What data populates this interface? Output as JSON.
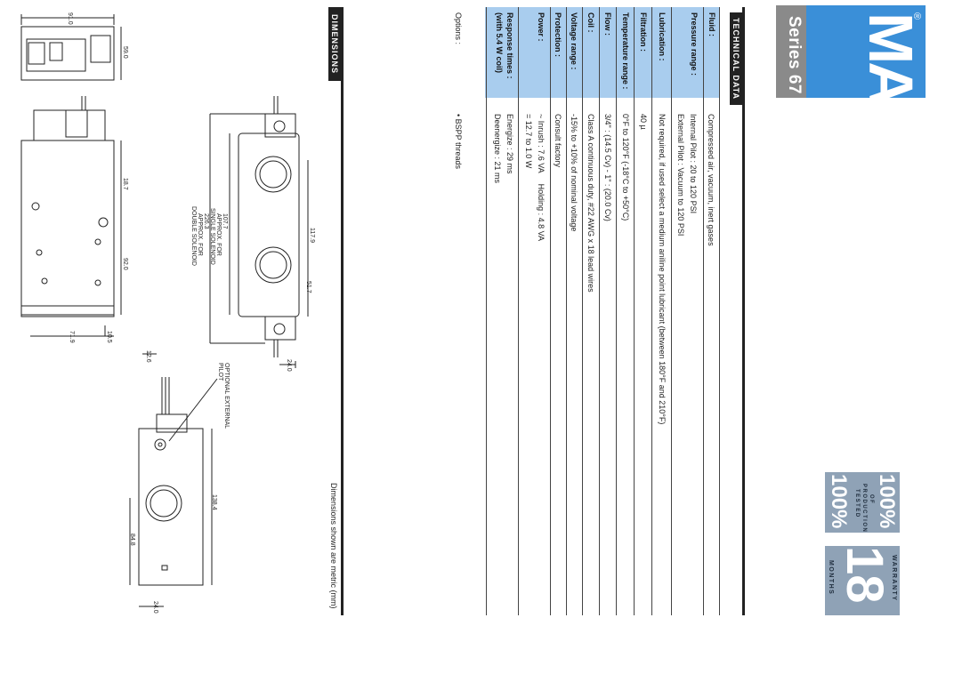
{
  "logo": {
    "brand": "MAC",
    "registered": "®",
    "series_label": "Series",
    "series_number": "67",
    "brand_color": "#3a8fd8",
    "strip_color": "#8a8a8a"
  },
  "technical": {
    "section_title": "TECHNICAL DATA",
    "rows": [
      {
        "label": "Fluid :",
        "values": [
          "Compressed air, vacuum, inert gases"
        ]
      },
      {
        "label": "Pressure range :",
        "values": [
          "Internal Pilot : 20 to 120 PSI",
          "External Pilot : Vacuum to 120 PSI"
        ]
      },
      {
        "label": "Lubrication :",
        "values": [
          "Not required, if used  select a medium aniline point lubricant (between 180°F and 210°F)"
        ]
      },
      {
        "label": "Filtration :",
        "values": [
          "40 µ"
        ]
      },
      {
        "label": "Temperature range :",
        "values": [
          "0°F to 120°F (-18°C to +50°C)"
        ]
      },
      {
        "label": "Flow :",
        "values": [
          "3/4\" : (14.5 Cv) - 1\" : (20.0 Cv)"
        ]
      },
      {
        "label": "Coil :",
        "values": [
          "Class A continuous duty, #22 AWG x 18 lead wires"
        ]
      },
      {
        "label": "Voltage range :",
        "values": [
          "-15% to +10% of nominal voltage"
        ]
      },
      {
        "label": "Protection :",
        "values": [
          "Consult factory"
        ]
      },
      {
        "label": "Power :",
        "values": [
          "~ Inrush : 7.6 VA     Holding : 4.8 VA",
          "= 12.7 to 1.0 W"
        ]
      },
      {
        "label": "Response times :",
        "values": [
          "Energize : 29 ms",
          "Deenergize : 21 ms"
        ],
        "sub": "(with 5.4 W coil)"
      }
    ],
    "options_label": "Options :",
    "options_value": "BSPP threads"
  },
  "dimensions": {
    "section_title": "DIMENSIONS",
    "note": "Dimensions shown are metric (mm)",
    "labels": {
      "w91": "91.0",
      "w59": "59.0",
      "d18": "18.7",
      "d92": "92.0",
      "d71": "71.9",
      "d105": "10.5",
      "d1179": "117.9",
      "d517": "51.7",
      "d240a": "24.0",
      "d1384": "138.4",
      "d848": "84.8",
      "d240b": "24.0",
      "d126": "12.6",
      "approx1": "APPROX. FOR",
      "approx1b": "SINGLE SOLENOID",
      "approx2": "APPROX. FOR",
      "approx2b": "DOUBLE SOLENOID",
      "d1077": "107.7",
      "d2263": "226.3",
      "ext_pilot1": "OPTIONAL EXTERNAL",
      "ext_pilot2": "PILOT"
    }
  },
  "badges": {
    "production": {
      "big": "100%",
      "of": "OF",
      "l1": "PRODUCTION",
      "l2": "TESTED"
    },
    "warranty": {
      "big": "18",
      "top": "WARRANTY",
      "bottom": "MONTHS"
    },
    "badge_color": "#8fa2b6"
  }
}
